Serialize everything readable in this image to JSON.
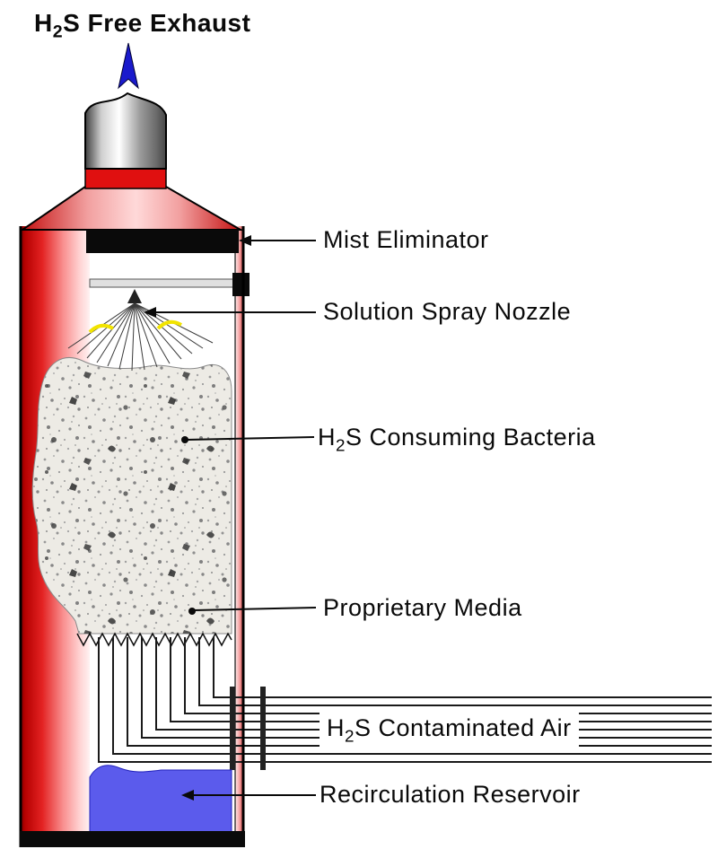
{
  "diagram": {
    "title": {
      "pre": "H",
      "sub": "2",
      "post": "S Free Exhaust"
    },
    "callouts": {
      "mist_eliminator": {
        "text": "Mist Eliminator"
      },
      "solution_spray_nozzle": {
        "text": "Solution Spray Nozzle"
      },
      "h2s_consuming_bacteria": {
        "pre": "H",
        "sub": "2",
        "post": "S Consuming Bacteria"
      },
      "proprietary_media": {
        "text": "Proprietary Media"
      },
      "h2s_contaminated_air": {
        "pre": "H",
        "sub": "2",
        "post": "S Contaminated Air"
      },
      "recirculation_reservoir": {
        "text": "Recirculation Reservoir"
      }
    },
    "colors": {
      "vessel_red": "#cc1111",
      "vessel_pink": "#ffc9c9",
      "reservoir_blue": "#5b5bec",
      "exhaust_arrow_blue": "#1a1acc",
      "spray_highlight_yellow": "#f2e400",
      "media_gray": "#edebe5",
      "mist_eliminator_black": "#0a0a0a"
    }
  }
}
